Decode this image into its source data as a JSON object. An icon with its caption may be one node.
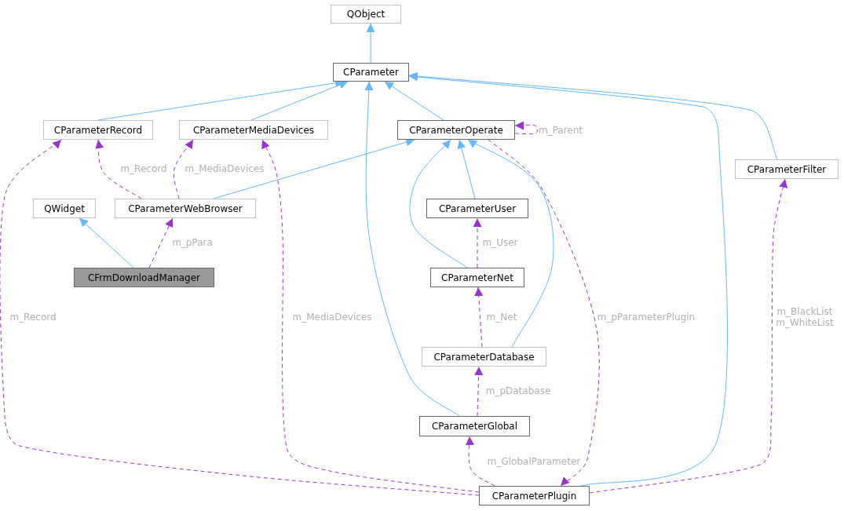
{
  "diagram": {
    "nodes": [
      {
        "text": [
          "QObject"
        ]
      },
      {
        "text": [
          "CParameter"
        ]
      },
      {
        "text": [
          "CParameterRecord"
        ]
      },
      {
        "text": [
          "CParameterMediaDevices"
        ]
      },
      {
        "text": [
          "CParameterOperate"
        ]
      },
      {
        "text": [
          "CParameterFilter"
        ]
      },
      {
        "text": [
          "QWidget"
        ]
      },
      {
        "text": [
          "CParameterWebBrowser"
        ]
      },
      {
        "text": [
          "CParameterUser"
        ]
      },
      {
        "text": [
          "CFrmDownloadManager"
        ]
      },
      {
        "text": [
          "CParameterNet"
        ]
      },
      {
        "text": [
          "CParameterDatabase"
        ]
      },
      {
        "text": [
          "CParameterGlobal"
        ]
      },
      {
        "text": [
          "CParameterPlugin"
        ]
      }
    ],
    "edges": [
      {
        "from": 1,
        "to": 0,
        "arrow": "to"
      },
      {
        "from": 2,
        "to": 1,
        "arrow": "to"
      },
      {
        "from": 3,
        "to": 1,
        "arrow": "to"
      },
      {
        "from": 4,
        "to": 1,
        "arrow": "to"
      },
      {
        "from": 5,
        "to": 1,
        "arrow": "to"
      },
      {
        "from": 12,
        "to": 1,
        "arrow": "to"
      },
      {
        "from": 13,
        "to": 1,
        "arrow": "to"
      },
      {
        "from": 7,
        "to": 4,
        "arrow": "to"
      },
      {
        "from": 8,
        "to": 4,
        "arrow": "to"
      },
      {
        "from": 10,
        "to": 4,
        "arrow": "to"
      },
      {
        "from": 11,
        "to": 4,
        "arrow": "to"
      },
      {
        "from": 9,
        "to": 6,
        "arrow": "to"
      },
      {
        "from": 4,
        "to": 4,
        "arrow": "to",
        "label": "m_Parent",
        "style": "dashed",
        "color": "#9a32cd"
      },
      {
        "from": 7,
        "to": 2,
        "arrow": "to",
        "label": "m_Record",
        "style": "dashed",
        "color": "#9a32cd"
      },
      {
        "from": 7,
        "to": 3,
        "arrow": "to",
        "label": "m_MediaDevices",
        "style": "dashed",
        "color": "#9a32cd"
      },
      {
        "from": 9,
        "to": 7,
        "arrow": "to",
        "label": "m_pPara",
        "style": "dashed",
        "color": "#9a32cd"
      },
      {
        "from": 10,
        "to": 8,
        "arrow": "to",
        "label": "m_User",
        "style": "dashed",
        "color": "#9a32cd"
      },
      {
        "from": 11,
        "to": 10,
        "arrow": "to",
        "label": "m_Net",
        "style": "dashed",
        "color": "#9a32cd"
      },
      {
        "from": 12,
        "to": 11,
        "arrow": "to",
        "label": "m_pDatabase",
        "style": "dashed",
        "color": "#9a32cd"
      },
      {
        "from": 13,
        "to": 12,
        "arrow": "to",
        "label": "m_GlobalParameter",
        "style": "dashed",
        "color": "#9a32cd"
      },
      {
        "from": 4,
        "to": 13,
        "arrow": "to",
        "label": "m_pParameterPlugin",
        "style": "dashed",
        "color": "#9a32cd"
      },
      {
        "from": 13,
        "to": 2,
        "arrow": "to",
        "label": "m_Record",
        "style": "dashed",
        "color": "#9a32cd"
      },
      {
        "from": 13,
        "to": 3,
        "arrow": "to",
        "label": "m_MediaDevices",
        "style": "dashed",
        "color": "#9a32cd"
      },
      {
        "from": 13,
        "to": 5,
        "arrow": "to",
        "label": "m_BlackList m_WhiteList",
        "style": "dashed",
        "color": "#9a32cd"
      }
    ]
  }
}
